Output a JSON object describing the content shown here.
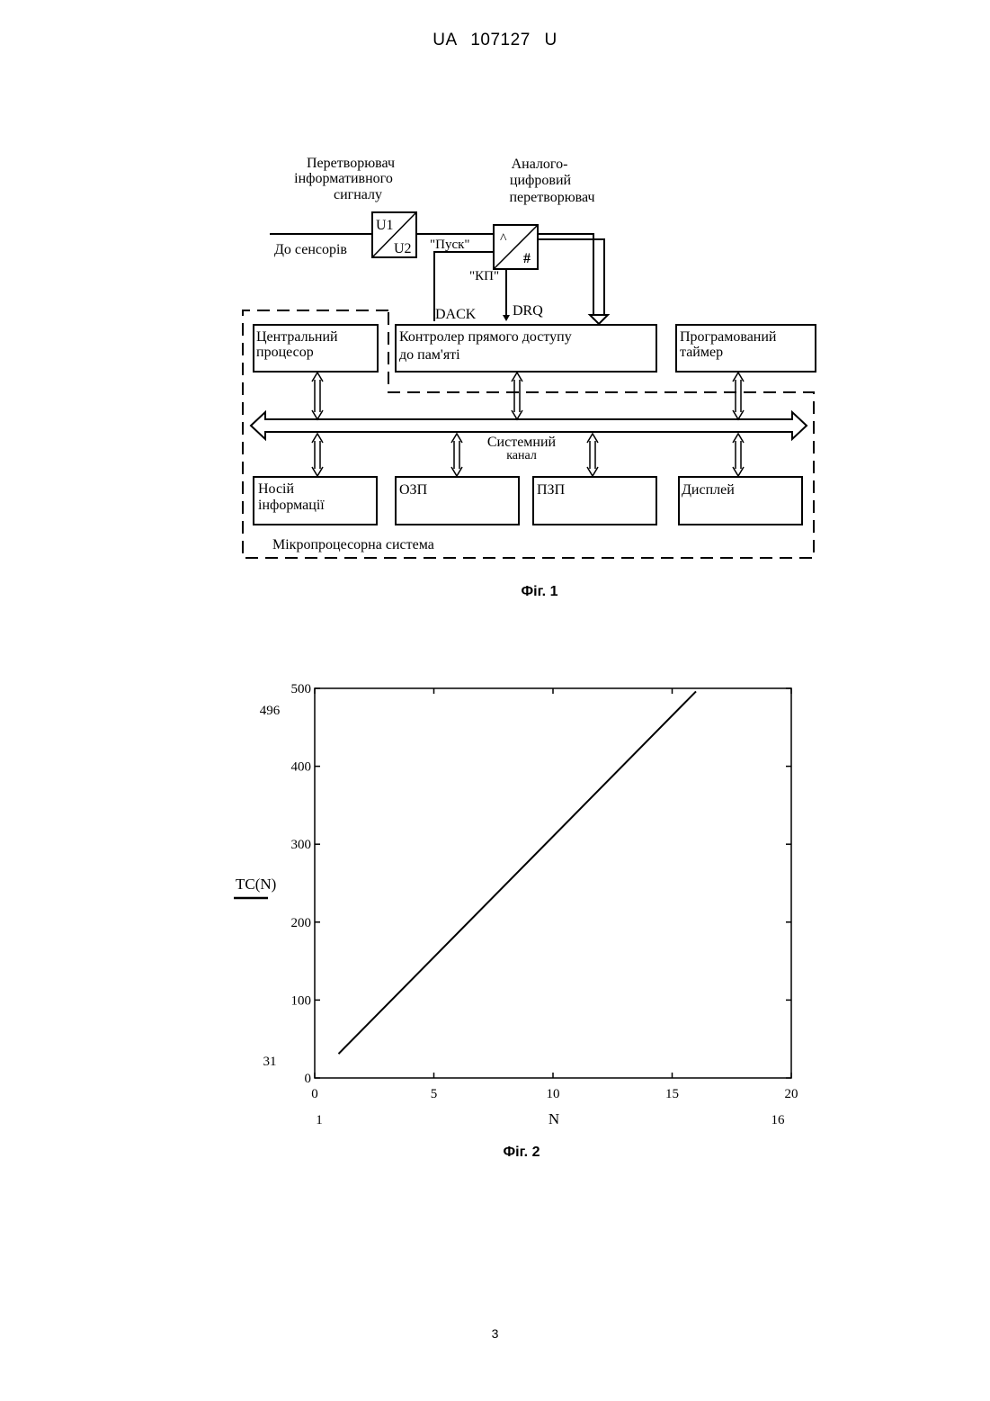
{
  "header": {
    "patent_id": "UA   107127   U"
  },
  "figure1": {
    "caption": "Фіг. 1",
    "signal_converter_label": [
      "Перетворювач",
      "інформативного",
      "сигналу"
    ],
    "adc_label": [
      "Аналого-",
      "цифровий",
      "перетворювач"
    ],
    "sensors_label": "До сенсорів",
    "converter_in": "U1",
    "converter_out": "U2",
    "adc_in": "^",
    "adc_out": "#",
    "start_signal": "\"Пуск\"",
    "end_signal": "\"КП\"",
    "dack": "DACK",
    "drq": "DRQ",
    "cpu": [
      "Центральний",
      "процесор"
    ],
    "dma": [
      "Контролер прямого доступу",
      "до пам'яті"
    ],
    "timer": [
      "Програмований",
      "таймер"
    ],
    "bus": [
      "Системний",
      "канал"
    ],
    "storage": [
      "Носій",
      "інформації"
    ],
    "ram": "ОЗП",
    "rom": "ПЗП",
    "display": "Дисплей",
    "system": "Мікропроцесорна система"
  },
  "figure2": {
    "caption": "Фіг. 2",
    "ylabel": "TC(N)",
    "xlabel": "N",
    "annotations": {
      "y_top": "496",
      "y_bottom": "31",
      "x_left": "1",
      "x_right": "16"
    }
  },
  "chart_data": {
    "type": "line",
    "xlabel": "N",
    "ylabel": "TC(N)",
    "xlim": [
      0,
      20
    ],
    "ylim": [
      0,
      500
    ],
    "xticks": [
      "0",
      "5",
      "10",
      "15",
      "20"
    ],
    "yticks": [
      "0",
      "100",
      "200",
      "300",
      "400",
      "500"
    ],
    "x": [
      1,
      16
    ],
    "y": [
      31,
      496
    ]
  },
  "footer": {
    "page_number": "3"
  }
}
